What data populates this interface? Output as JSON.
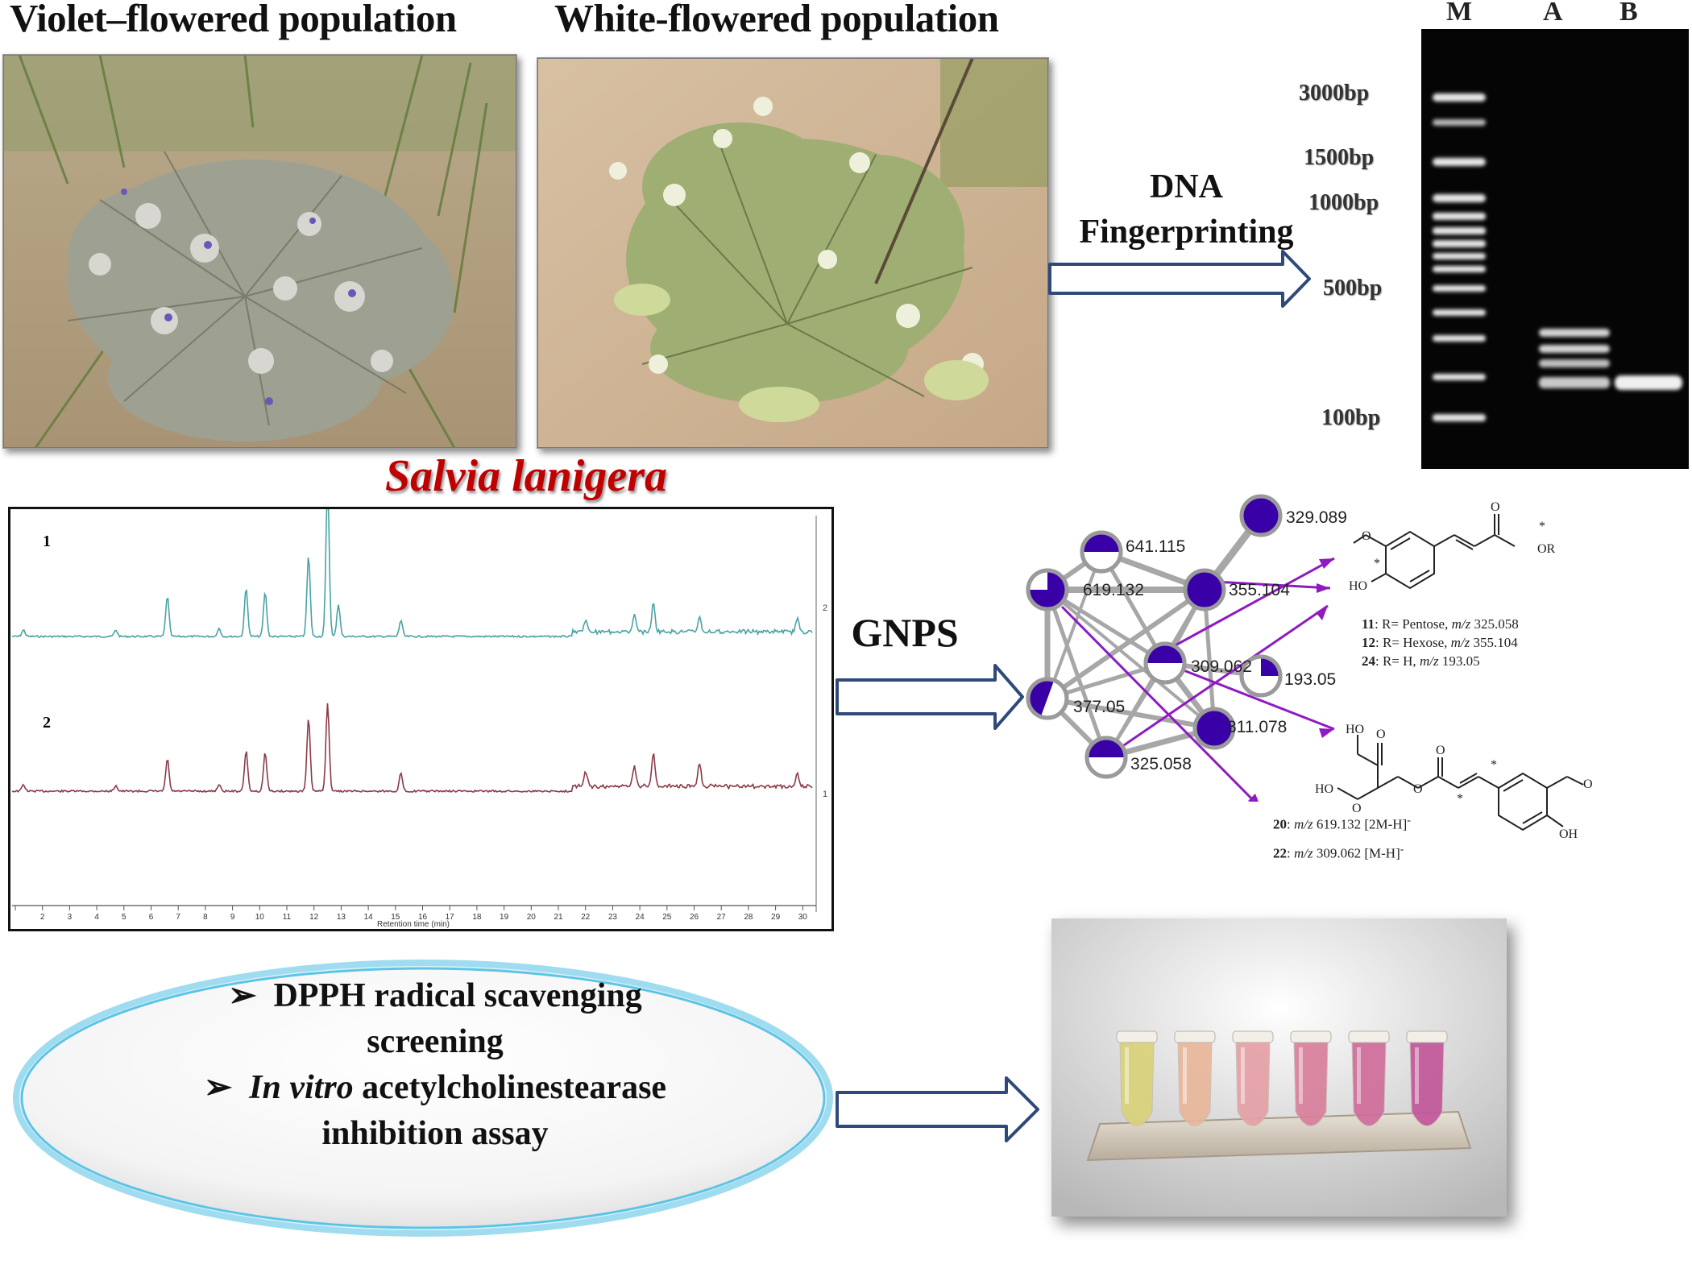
{
  "populations": {
    "violet_label": "Violet–flowered population",
    "white_label": "White-flowered population"
  },
  "species_name": "Salvia lanigera",
  "arrows": {
    "dna_line1": "DNA",
    "dna_line2": "Fingerprinting",
    "gnps": "GNPS"
  },
  "gel": {
    "lanes": [
      "M",
      "A",
      "B"
    ],
    "ladder": [
      "3000bp",
      "1500bp",
      "1000bp",
      "500bp",
      "100bp"
    ]
  },
  "chromatogram": {
    "trace1_label": "1",
    "trace2_label": "2",
    "right_ticks": [
      "2",
      "1"
    ],
    "x_ticks": [
      "2",
      "3",
      "4",
      "5",
      "6",
      "7",
      "8",
      "9",
      "10",
      "11",
      "12",
      "13",
      "14",
      "15",
      "16",
      "17",
      "18",
      "19",
      "20",
      "21",
      "22",
      "23",
      "24",
      "25",
      "26",
      "27",
      "28",
      "29",
      "30"
    ],
    "x_axis_label": "Retention time (min)",
    "colors": {
      "trace1": "#4aa3a3",
      "trace2": "#8b3a48"
    }
  },
  "network": {
    "nodes": [
      {
        "label": "329.089"
      },
      {
        "label": "641.115"
      },
      {
        "label": "619.132"
      },
      {
        "label": "355.104"
      },
      {
        "label": "309.062"
      },
      {
        "label": "193.05"
      },
      {
        "label": "377.05"
      },
      {
        "label": "311.078"
      },
      {
        "label": "325.058"
      }
    ],
    "node_color": "#3a00a8"
  },
  "structures": {
    "top_lines": [
      {
        "num": "11",
        "rest": ": R= Pentose, ",
        "mz": "m/z",
        "val": " 325.058"
      },
      {
        "num": "12",
        "rest": ": R= Hexose, ",
        "mz": "m/z",
        "val": " 355.104"
      },
      {
        "num": "24",
        "rest": ": R= H, ",
        "mz": "m/z",
        "val": " 193.05"
      }
    ],
    "bottom_lines": [
      {
        "num": "20",
        "rest": ": ",
        "mz": "m/z",
        "val": " 619.132 [2M-H]",
        "sup": "-"
      },
      {
        "num": "22",
        "rest": ": ",
        "mz": "m/z",
        "val": " 309.062 [M-H]",
        "sup": "-"
      }
    ],
    "top_atoms": {
      "o": "O",
      "or": "OR",
      "ho": "HO",
      "star": "*"
    },
    "bottom_atoms": {
      "ho1": "HO",
      "o1": "O",
      "ho2": "HO",
      "o2": "O",
      "o3": "O",
      "o4": "O",
      "oh": "OH",
      "star": "*"
    }
  },
  "assays": {
    "line1": "DPPH radical scavenging",
    "line2": "screening",
    "line3_italic": "In vitro",
    "line3_rest": " acetylcholinestearase",
    "line4": "inhibition  assay",
    "bullet": "➢"
  }
}
